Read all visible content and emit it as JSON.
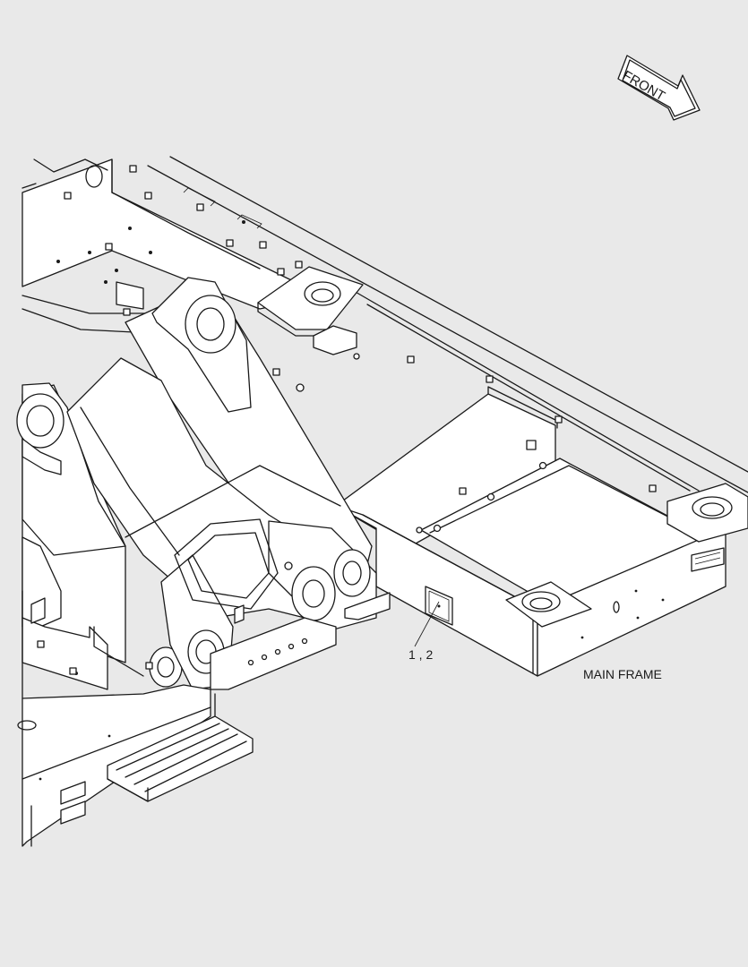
{
  "direction_arrow": {
    "label": "FRONT",
    "icon": "front-direction-arrow-icon"
  },
  "callouts": [
    {
      "label": "1 , 2"
    }
  ],
  "frame_label": "MAIN FRAME",
  "colors": {
    "background": "#e9e9e9",
    "line": "#1a1a1a",
    "fill": "#ffffff"
  }
}
